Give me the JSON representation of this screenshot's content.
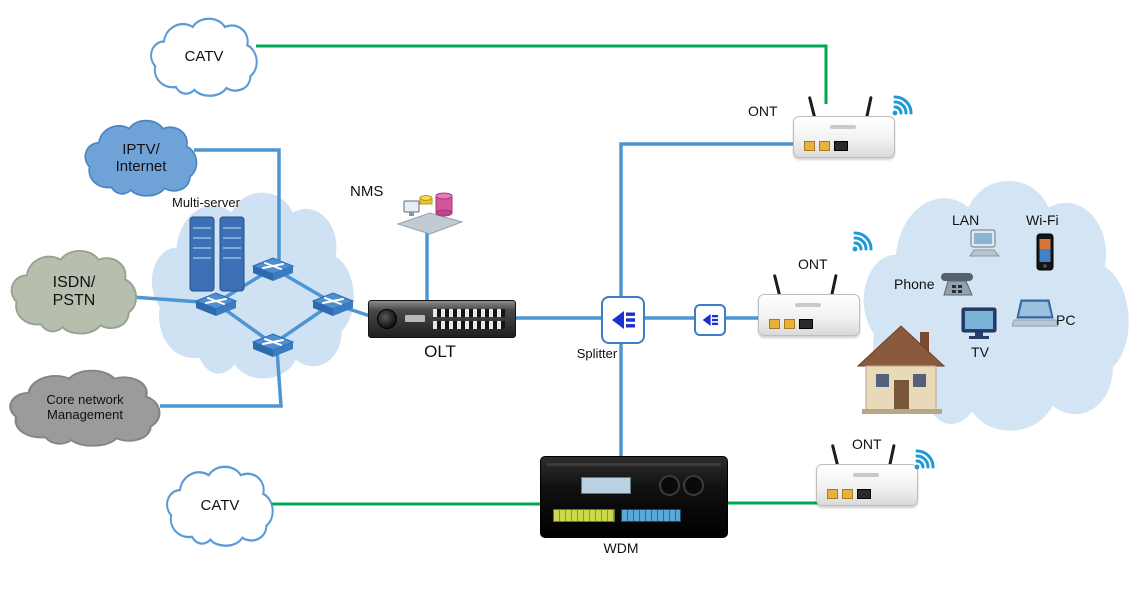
{
  "nodes": {
    "catv_top": "CATV",
    "iptv": "IPTV/\nInternet",
    "multi_server": "Multi-server",
    "isdn": "ISDN/\nPSTN",
    "core": "Core network\nManagement",
    "nms": "NMS",
    "olt": "OLT",
    "splitter": "Splitter",
    "ont_top": "ONT",
    "ont_mid": "ONT",
    "ont_bottom": "ONT",
    "wdm": "WDM",
    "catv_bottom": "CATV",
    "lan": "LAN",
    "wifi": "Wi-Fi",
    "phone": "Phone",
    "tv": "TV",
    "pc": "PC"
  },
  "colors": {
    "blue_line": "#4d96d2",
    "green_line": "#00a651",
    "light_cloud_fill": "#cfe2f4",
    "iptv_cloud_fill": "#6fa3d8",
    "isdn_cloud_fill": "#b6bfae",
    "gray_cloud_fill": "#9b9b9b",
    "splitter_symbol": "#1b2fd0"
  },
  "icons": {
    "cloud_icon": "blob outline",
    "server_tower_icon": "two blue towers",
    "switch_icon": "3d box with crossed arrows",
    "nms_workstation_icon": "monitor with disk stack on tray",
    "olt_chassis_icon": "rack unit with ports",
    "splitter_icon": "left triangle with three bars",
    "ont_router_icon": "white router with two antennas",
    "wifi_signal_icon": "three arcs with dot",
    "wdm_chassis_icon": "black unit with display and port strips",
    "house_icon": "house with roof and chimney",
    "lan_computer_icon": "desktop monitor with keyboard",
    "smartphone_icon": "phone with screen",
    "desk_phone_icon": "telephone with handset",
    "tv_icon": "tv screen with stand",
    "laptop_icon": "laptop screen and base"
  }
}
